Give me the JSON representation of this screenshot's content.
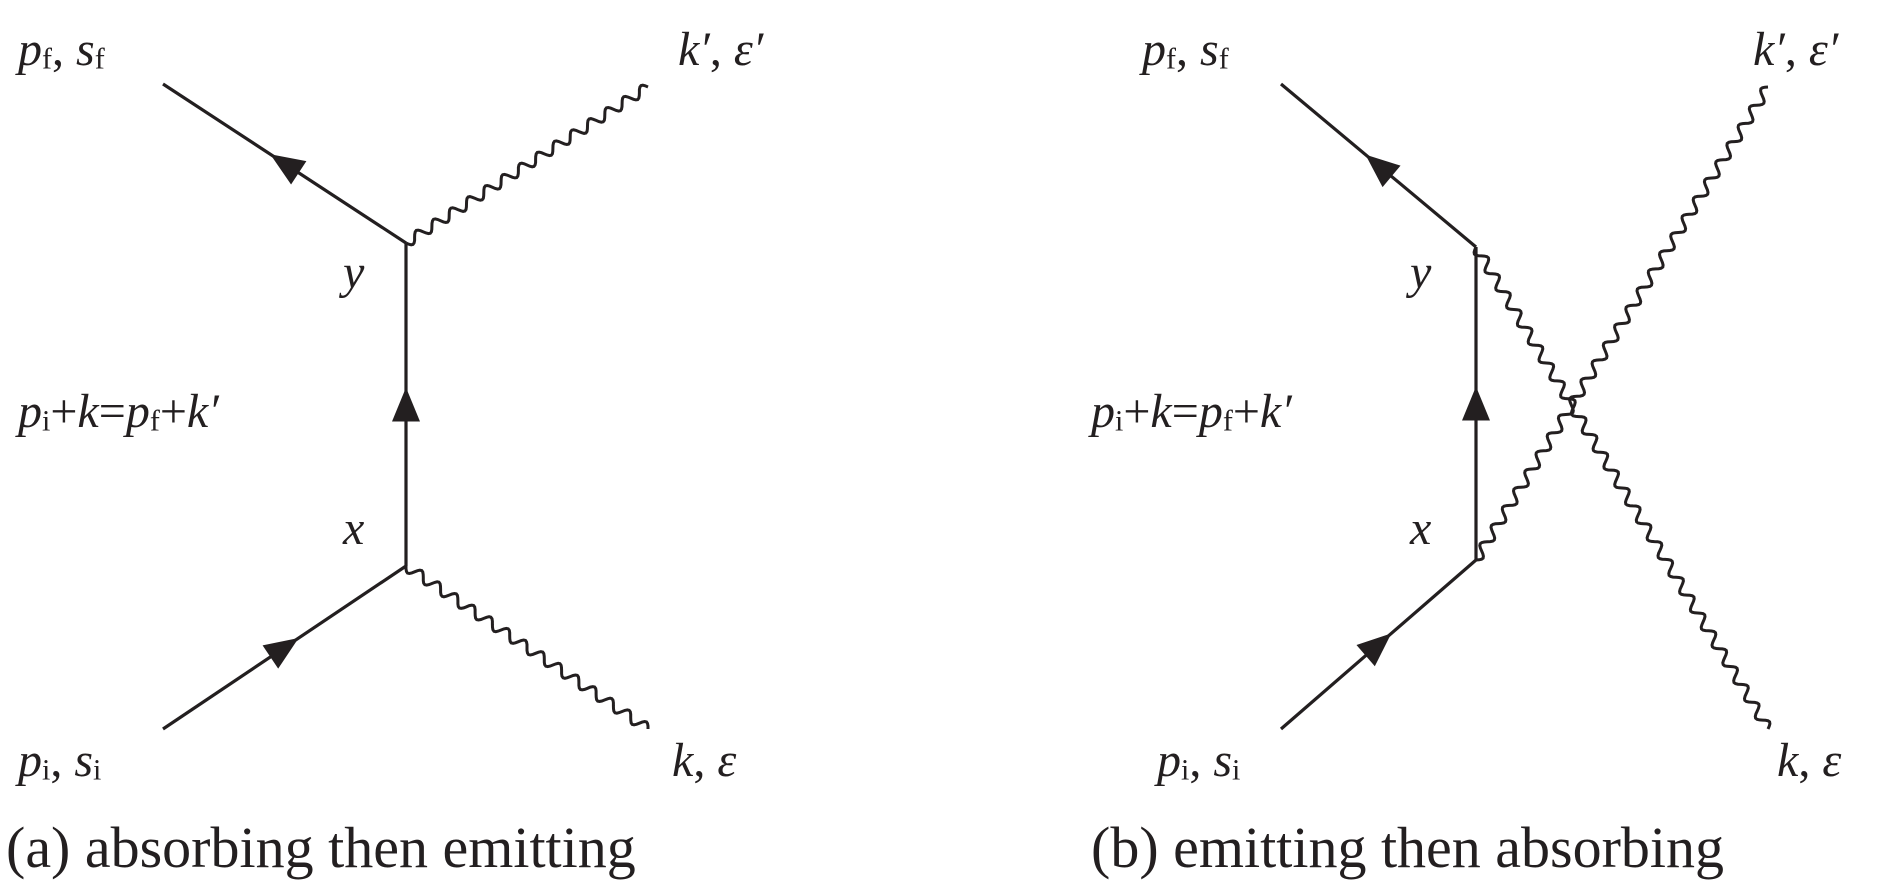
{
  "diagrams": [
    {
      "id": "a",
      "caption": "(a) absorbing then emitting",
      "labels": {
        "top_left": [
          "p",
          "f",
          ", ",
          "s",
          "f"
        ],
        "top_right": [
          "k′",
          ", ",
          "ε′"
        ],
        "vertex_y": [
          "y"
        ],
        "conservation": [
          "p",
          "i",
          "+",
          "k",
          "=",
          "p",
          "f",
          "+",
          "k′"
        ],
        "vertex_x": [
          "x"
        ],
        "bottom_left": [
          "p",
          "i",
          ", ",
          "s",
          "i"
        ],
        "bottom_right": [
          "k",
          ", ",
          "ε"
        ]
      }
    },
    {
      "id": "b",
      "caption": "(b) emitting then absorbing",
      "labels": {
        "top_left": [
          "p",
          "f",
          ", ",
          "s",
          "f"
        ],
        "top_right": [
          "k′",
          ", ",
          "ε′"
        ],
        "vertex_y": [
          "y"
        ],
        "conservation": [
          "p",
          "i",
          "+",
          "k",
          "=",
          "p",
          "f",
          "+",
          "k′"
        ],
        "vertex_x": [
          "x"
        ],
        "bottom_left": [
          "p",
          "i",
          ", ",
          "s",
          "i"
        ],
        "bottom_right": [
          "k",
          ", ",
          "ε"
        ]
      }
    }
  ],
  "colors": {
    "ink": "#231f20",
    "background": "#ffffff"
  }
}
